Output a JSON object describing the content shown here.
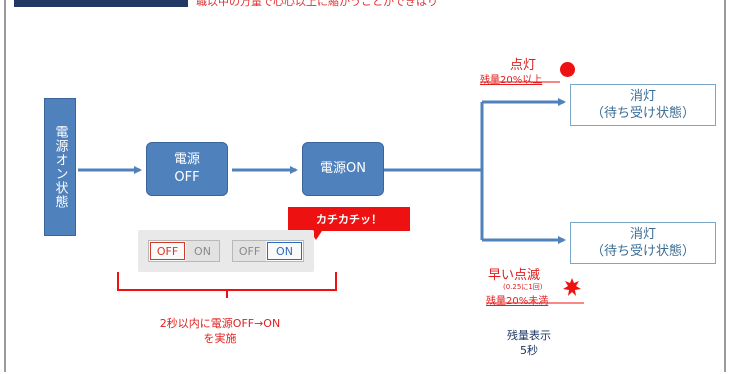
{
  "header": {
    "text": "職以中の万量で心心以上に縮かうことかできはり"
  },
  "flow": {
    "start_label": "電源オン状態",
    "power_off": {
      "line1": "電源",
      "line2": "OFF"
    },
    "power_on": "電源ON"
  },
  "callout": "カチカチッ！",
  "switches": [
    {
      "off": "OFF",
      "on": "ON",
      "active": "off"
    },
    {
      "off": "OFF",
      "on": "ON",
      "active": "on"
    }
  ],
  "caption": {
    "line1": "2秒以内に電源OFF→ON",
    "line2": "を実施"
  },
  "branch_top": {
    "label": "点灯",
    "note": "残量20%以上",
    "state": {
      "line1": "消灯",
      "line2": "（待ち受け状態）"
    }
  },
  "branch_bottom": {
    "label": "早い点滅",
    "small": "(0.25に1回)",
    "note": "残量20%未満",
    "state": {
      "line1": "消灯",
      "line2": "（待ち受け状態）"
    }
  },
  "remaining": {
    "line1": "残量表示",
    "line2": "5秒"
  },
  "colors": {
    "box_fill": "#4f81bd",
    "arrow": "#4f81bd",
    "red": "#e02020",
    "header_bar": "#1f3864"
  }
}
